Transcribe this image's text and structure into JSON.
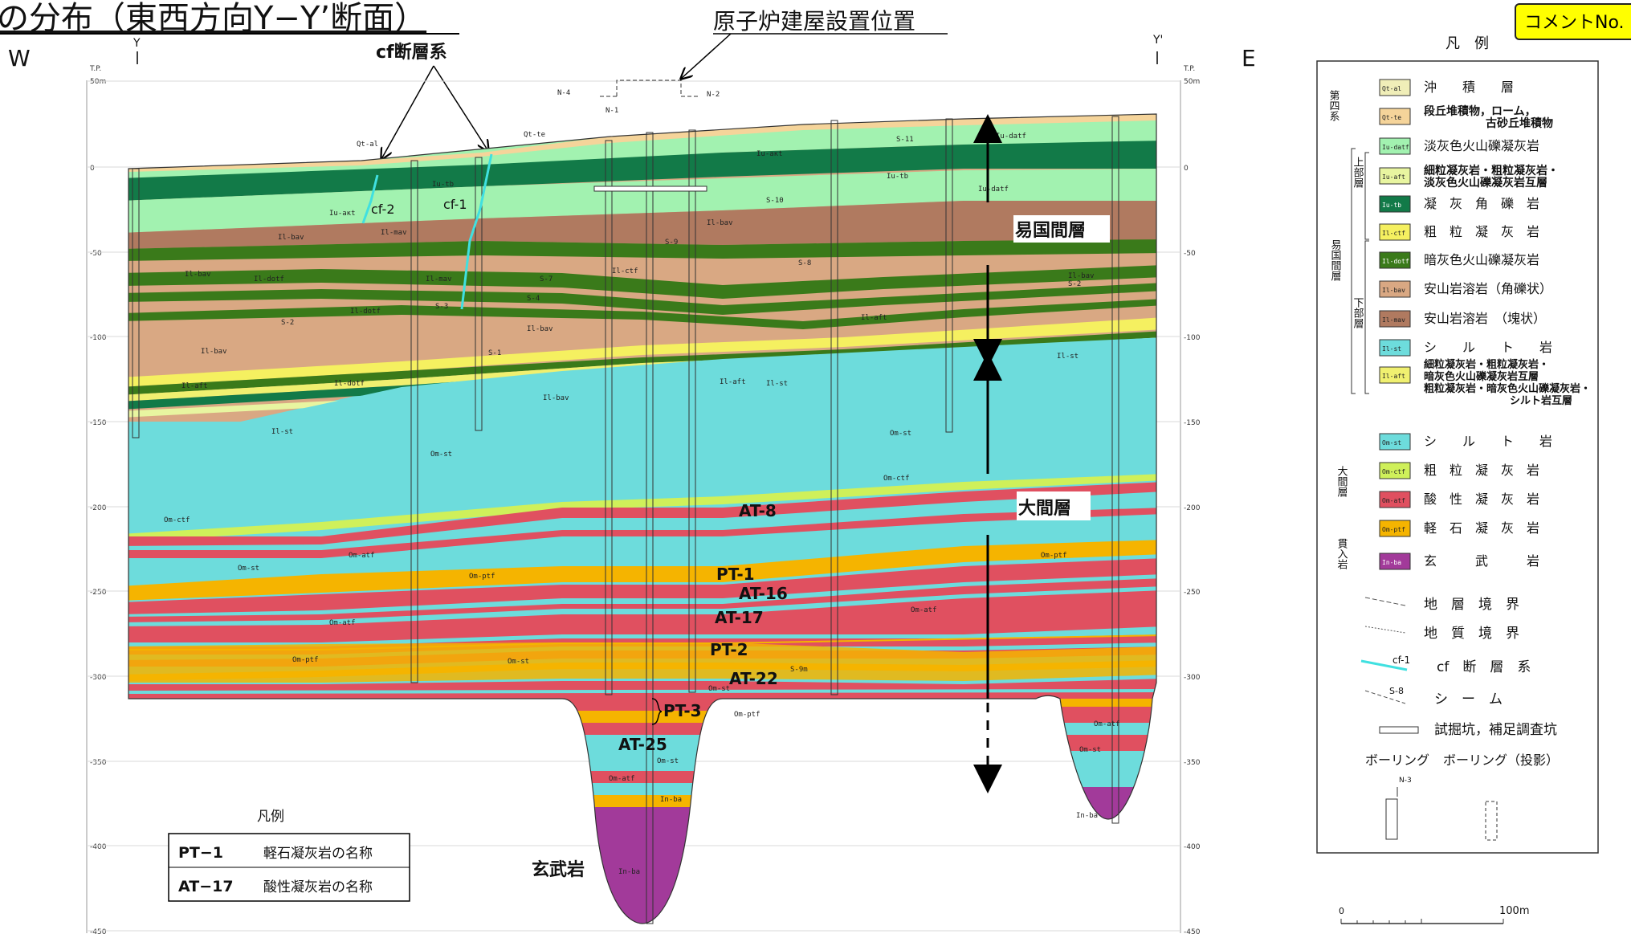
{
  "header": {
    "title": "の分布（東西方向Y−Y’断面）",
    "west_label": "W",
    "east_label": "E",
    "y_label": "Y",
    "y_prime_label": "Y'",
    "reactor_label": "原子炉建屋設置位置",
    "cf_fault_label": "cf断層系",
    "comment_badge": "コメントNo."
  },
  "axis": {
    "tp_label": "T.P.",
    "ticks": [
      "50m",
      "0",
      "-50",
      "-100",
      "-150",
      "-200",
      "-250",
      "-300",
      "-350",
      "-400",
      "-450"
    ]
  },
  "boreholes": [
    "N-4",
    "N-1",
    "N-2"
  ],
  "fault_labels": [
    "cf-2",
    "cf-1"
  ],
  "formation_labels": {
    "ekokuma": "易国間層",
    "ooma": "大間層",
    "genbugan": "玄武岩"
  },
  "bed_labels": [
    "AT-8",
    "PT-1",
    "AT-16",
    "AT-17",
    "PT-2",
    "AT-22",
    "PT-3",
    "AT-25"
  ],
  "unit_labels": {
    "qt_al": "Qt-al",
    "qt_te": "Qt-te",
    "iu_datf": "Iu-datf",
    "iu_tb": "Iu-tb",
    "iu_aft": "Iu-aĸt",
    "il_bav": "Il-bav",
    "il_mav": "Il-mav",
    "il_dotf": "Il-dotf",
    "il_ctf": "Il-ctf",
    "il_aft": "Il-aft",
    "il_st": "Il-st",
    "om_st": "Om-st",
    "om_ctf": "Om-ctf",
    "om_atf": "Om-atf",
    "om_ptf": "Om-ptf",
    "in_ba": "In-ba",
    "s1": "S-1",
    "s2": "S-2",
    "s3": "S-3",
    "s4": "S-4",
    "s7": "S-7",
    "s8": "S-8",
    "s9": "S-9",
    "s10": "S-10",
    "s11": "S-11",
    "s9m": "S-9m"
  },
  "inset_legend": {
    "title": "凡例",
    "rows": [
      {
        "code": "PT−1",
        "desc": "軽石凝灰岩の名称"
      },
      {
        "code": "AT−17",
        "desc": "酸性凝灰岩の名称"
      }
    ]
  },
  "right_legend": {
    "title": "凡　例",
    "groups": {
      "quaternary": "第四系",
      "upper": "上部層",
      "ekokuma": "易国間層",
      "lower": "下部層",
      "ooma": "大間層",
      "intrusive": "貫入岩"
    },
    "items": [
      {
        "code": "Qt-al",
        "label": "沖　　積　　層",
        "color": "#f0eeb8"
      },
      {
        "code": "Qt-te",
        "label": "段丘堆積物，ローム，",
        "label2": "古砂丘堆積物",
        "color": "#f5d49a"
      },
      {
        "code": "Iu-datf",
        "label": "淡灰色火山礫凝灰岩",
        "color": "#a2f2b0"
      },
      {
        "code": "Iu-aft",
        "label": "細粒凝灰岩・粗粒凝灰岩・",
        "label2": "淡灰色火山礫凝灰岩互層",
        "color": "#e8f5a0"
      },
      {
        "code": "Iu-tb",
        "label": "凝　灰　角　礫　岩",
        "color": "#127a48"
      },
      {
        "code": "Il-ctf",
        "label": "粗　粒　凝　灰　岩",
        "color": "#f5f060"
      },
      {
        "code": "Il-dotf",
        "label": "暗灰色火山礫凝灰岩",
        "color": "#3a7a1a"
      },
      {
        "code": "Il-bav",
        "label": "安山岩溶岩（角礫状）",
        "color": "#d9a883"
      },
      {
        "code": "Il-mav",
        "label": "安山岩溶岩　（塊状）",
        "color": "#b07a60"
      },
      {
        "code": "Il-st",
        "label": "シ　　ル　　ト　　岩",
        "color": "#6ddcdc"
      },
      {
        "code": "Il-aft",
        "label": "細粒凝灰岩・粗粒凝灰岩・",
        "label2": "暗灰色火山礫凝灰岩互層",
        "label3": "粗粒凝灰岩・暗灰色火山礫凝灰岩・",
        "label4": "シルト岩互層",
        "color": "#f0f070"
      },
      {
        "code": "Om-st",
        "label": "シ　　ル　　ト　　岩",
        "color": "#6ddcdc"
      },
      {
        "code": "Om-ctf",
        "label": "粗　粒　凝　灰　岩",
        "color": "#cff05a"
      },
      {
        "code": "Om-atf",
        "label": "酸　性　凝　灰　岩",
        "color": "#e05060"
      },
      {
        "code": "Om-ptf",
        "label": "軽　石　凝　灰　岩",
        "color": "#f5b400"
      },
      {
        "code": "In-ba",
        "label": "玄　　　武　　　岩",
        "color": "#a23a9a"
      }
    ],
    "symbols": [
      {
        "label": "地　層　境　界"
      },
      {
        "label": "地　質　境　界"
      },
      {
        "marker": "cf-1",
        "label": "cf　断　層　系"
      },
      {
        "marker": "S-8",
        "label": "シ　ー　ム"
      },
      {
        "label": "試掘坑，補足調査坑"
      }
    ],
    "boring": "ボーリング",
    "boring_projected": "ボーリング（投影）",
    "boring_tag": "N-3",
    "scale_zero": "0",
    "scale_end": "100m"
  },
  "colors": {
    "silt": "#6ddcdc",
    "acid_tuff": "#e05060",
    "pumice_tuff": "#f5b400",
    "basalt": "#a23a9a",
    "green_dark": "#127a48",
    "green_light": "#a2f2b0",
    "brown_light": "#d9a883",
    "brown_dark": "#b07a60",
    "olive": "#3a7a1a",
    "yellow": "#f5f060",
    "cyan_fault": "#40e0e0"
  }
}
